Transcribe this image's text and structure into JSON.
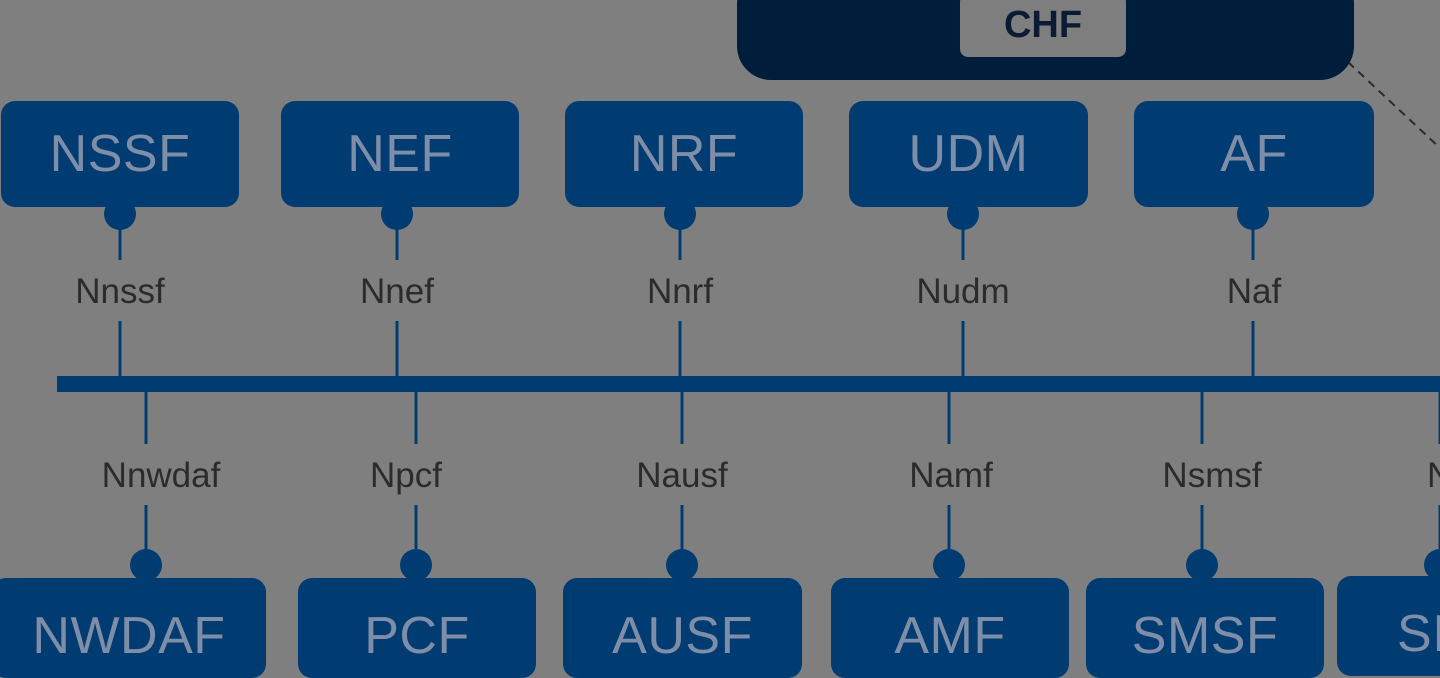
{
  "colors": {
    "background": "#7f7f7f",
    "nf_fill": "#003c71",
    "nf_text": "#7e8ea8",
    "bus": "#003c71",
    "chf_frame": "#001e3c",
    "chf_badge": "#7e7e7e",
    "iface_text": "#2b2b2b"
  },
  "chf": {
    "label": "CHF"
  },
  "top_nfs": [
    {
      "label": "NSSF",
      "iface": "Nnssf"
    },
    {
      "label": "NEF",
      "iface": "Nnef"
    },
    {
      "label": "NRF",
      "iface": "Nnrf"
    },
    {
      "label": "UDM",
      "iface": "Nudm"
    },
    {
      "label": "AF",
      "iface": "Naf"
    }
  ],
  "bottom_nfs": [
    {
      "label": "NWDAF",
      "iface": "Nnwdaf"
    },
    {
      "label": "PCF",
      "iface": "Npcf"
    },
    {
      "label": "AUSF",
      "iface": "Nausf"
    },
    {
      "label": "AMF",
      "iface": "Namf"
    },
    {
      "label": "SMSF",
      "iface": "Nsmsf"
    },
    {
      "label": "SI",
      "iface": "Ns"
    }
  ]
}
